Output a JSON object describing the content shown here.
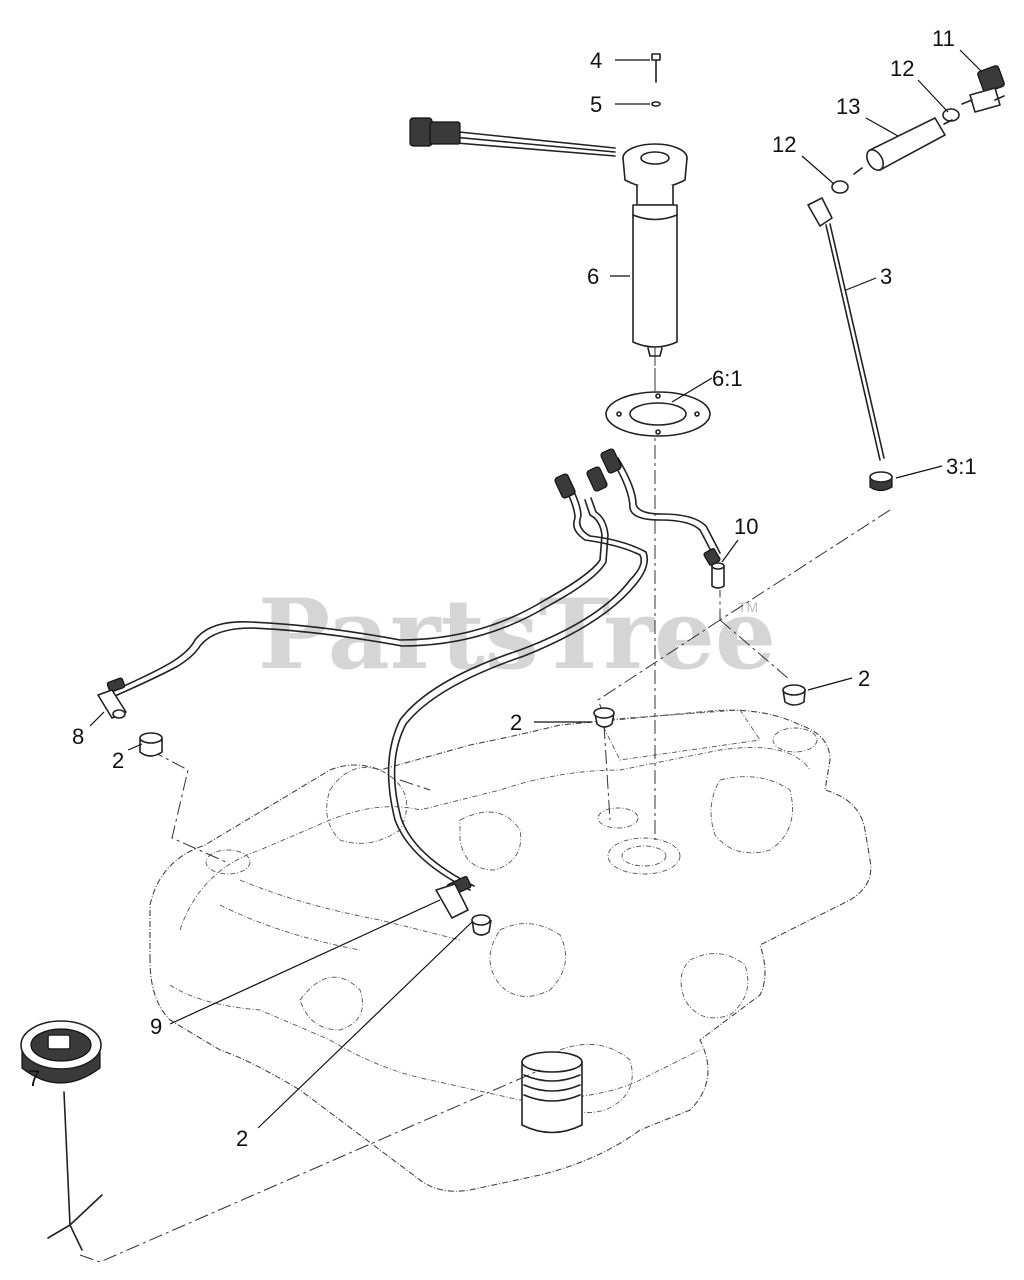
{
  "watermark": {
    "text": "PartsTree",
    "trademark": "TM"
  },
  "callouts": {
    "c4": "4",
    "c5": "5",
    "c6": "6",
    "c6_1": "6:1",
    "c3": "3",
    "c3_1": "3:1",
    "c10": "10",
    "c11": "11",
    "c12a": "12",
    "c12b": "12",
    "c13": "13",
    "c8": "8",
    "c2_left": "2",
    "c2_mid": "2",
    "c2_right": "2",
    "c2_bottom": "2",
    "c9": "9",
    "c7": "7"
  }
}
